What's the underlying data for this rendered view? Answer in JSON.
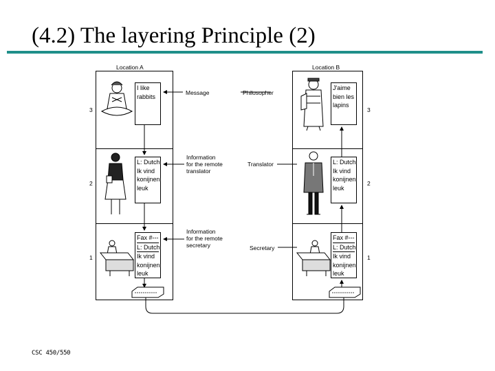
{
  "slide": {
    "title": "(4.2) The layering Principle (2)",
    "footer": "CSC 450/550",
    "accent_color": "#1f8f8a"
  },
  "diagram": {
    "location_a": "Location A",
    "location_b": "Location B",
    "layer_numbers": [
      "3",
      "2",
      "1"
    ],
    "center_labels": {
      "message": "Message",
      "philosopher": "Philosopher",
      "info_translator": [
        "Information",
        "for the remote",
        "translator"
      ],
      "translator": "Translator",
      "info_secretary": [
        "Information",
        "for the remote",
        "secretary"
      ],
      "secretary": "Secretary"
    },
    "a_boxes": {
      "l3": [
        "I like",
        "rabbits"
      ],
      "l2": [
        "L: Dutch",
        "Ik vind",
        "konijnen",
        "leuk"
      ],
      "l1": [
        "Fax #---",
        "L: Dutch",
        "Ik vind",
        "konijnen",
        "leuk"
      ]
    },
    "b_boxes": {
      "l3": [
        "J'aime",
        "bien les",
        "lapins"
      ],
      "l2": [
        "L: Dutch",
        "Ik vind",
        "konijnen",
        "leuk"
      ],
      "l1": [
        "Fax #---",
        "L: Dutch",
        "Ik vind",
        "konijnen",
        "leuk"
      ]
    }
  }
}
